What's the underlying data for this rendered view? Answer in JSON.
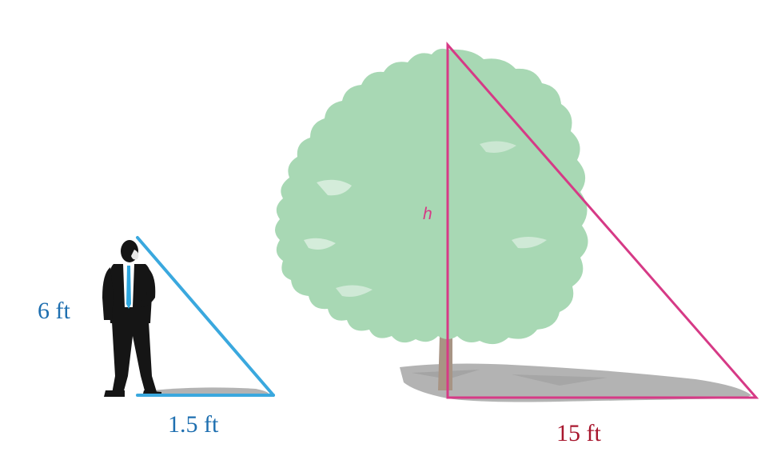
{
  "labels": {
    "person_height": "6 ft",
    "person_shadow": "1.5 ft",
    "tree_height": "h",
    "tree_shadow": "15 ft"
  },
  "colors": {
    "person_triangle": "#3aa8de",
    "tree_triangle": "#d63a86",
    "person_label": "#1e6fb0",
    "tree_label": "#a8172e",
    "tree_h_label": "#d63a86",
    "foliage": "#a8d8b4",
    "foliage_dark": "#95cba3",
    "trunk": "#a89484",
    "shadow": "#9a9a9a",
    "suit": "#151515",
    "shirt": "#ffffff",
    "tie": "#2ea7e0"
  },
  "icons": {
    "person": "man-in-suit-icon",
    "tree": "tree-icon"
  }
}
